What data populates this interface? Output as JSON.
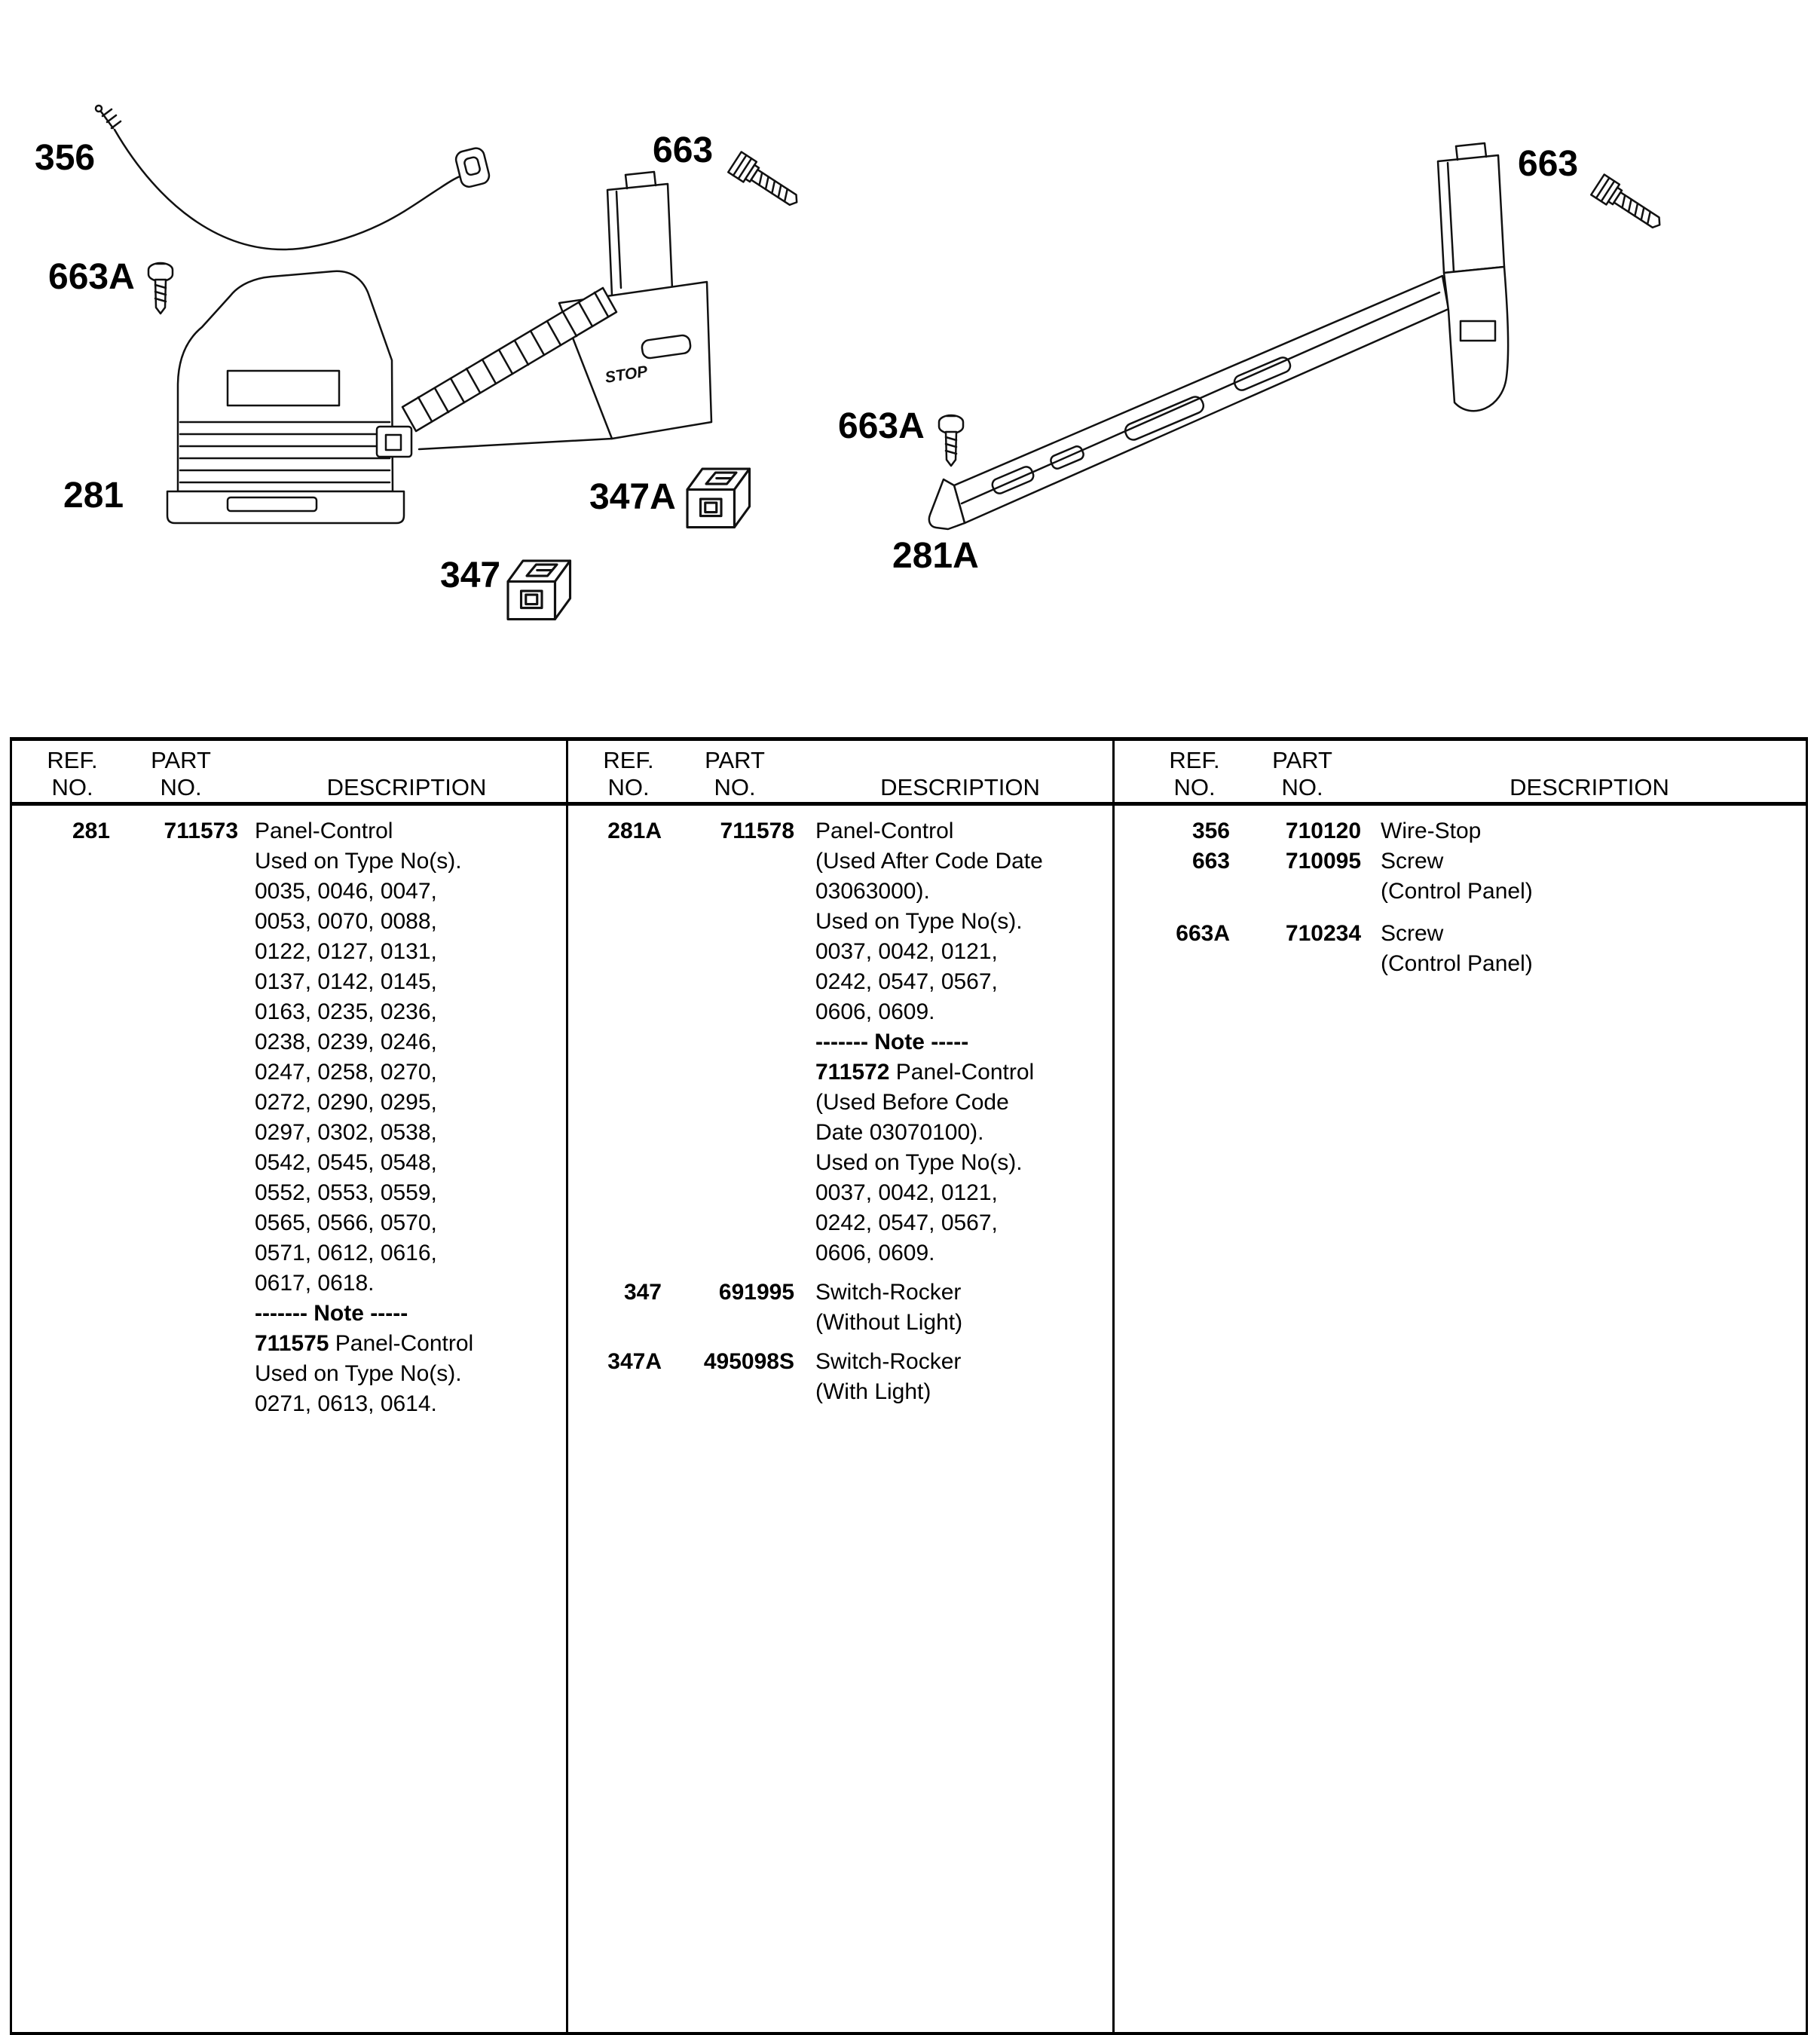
{
  "diagram": {
    "stop_label": "STOP",
    "labels": [
      {
        "text": "356"
      },
      {
        "text": "663A"
      },
      {
        "text": "281"
      },
      {
        "text": "663"
      },
      {
        "text": "347A"
      },
      {
        "text": "347"
      },
      {
        "text": "663A"
      },
      {
        "text": "281A"
      },
      {
        "text": "663"
      }
    ]
  },
  "table": {
    "header": {
      "ref1": "REF.",
      "ref2": "NO.",
      "part1": "PART",
      "part2": "NO.",
      "desc": "DESCRIPTION"
    },
    "columns": [
      {
        "entries": [
          {
            "ref": "281",
            "part": "711573",
            "lines": [
              "Panel-Control",
              "Used on Type No(s).",
              "0035, 0046, 0047,",
              "0053, 0070, 0088,",
              "0122, 0127, 0131,",
              "0137, 0142, 0145,",
              "0163, 0235, 0236,",
              "0238, 0239, 0246,",
              "0247, 0258, 0270,",
              "0272, 0290, 0295,",
              "0297, 0302, 0538,",
              "0542, 0545, 0548,",
              "0552, 0553, 0559,",
              "0565, 0566, 0570,",
              "0571, 0612, 0616,",
              "0617, 0618.",
              [
                {
                  "t": "------- Note -----",
                  "b": true
                }
              ],
              [
                {
                  "t": "711575",
                  "b": true
                },
                {
                  "t": " Panel-Control"
                }
              ],
              "Used on Type No(s).",
              "0271, 0613, 0614."
            ]
          }
        ]
      },
      {
        "entries": [
          {
            "ref": "281A",
            "part": "711578",
            "lines": [
              "Panel-Control",
              "(Used After Code Date",
              "03063000).",
              "Used on Type No(s).",
              "0037, 0042, 0121,",
              "0242, 0547, 0567,",
              "0606, 0609.",
              [
                {
                  "t": "------- Note -----",
                  "b": true
                }
              ],
              [
                {
                  "t": "711572",
                  "b": true
                },
                {
                  "t": " Panel-Control"
                }
              ],
              "(Used Before Code",
              "Date 03070100).",
              "Used on Type No(s).",
              "0037, 0042, 0121,",
              "0242, 0547, 0567,",
              "0606, 0609."
            ]
          },
          {
            "ref": "347",
            "part": "691995",
            "gap": "sm",
            "lines": [
              "Switch-Rocker",
              "(Without Light)"
            ]
          },
          {
            "ref": "347A",
            "part": "495098S",
            "gap": "sm",
            "lines": [
              "Switch-Rocker",
              "(With Light)"
            ]
          }
        ]
      },
      {
        "entries": [
          {
            "ref": "356",
            "part": "710120",
            "lines": [
              "Wire-Stop"
            ]
          },
          {
            "ref": "663",
            "part": "710095",
            "lines": [
              "Screw",
              "(Control Panel)"
            ]
          },
          {
            "ref": "663A",
            "part": "710234",
            "gap": "md",
            "lines": [
              "Screw",
              "(Control Panel)"
            ]
          }
        ]
      }
    ]
  }
}
